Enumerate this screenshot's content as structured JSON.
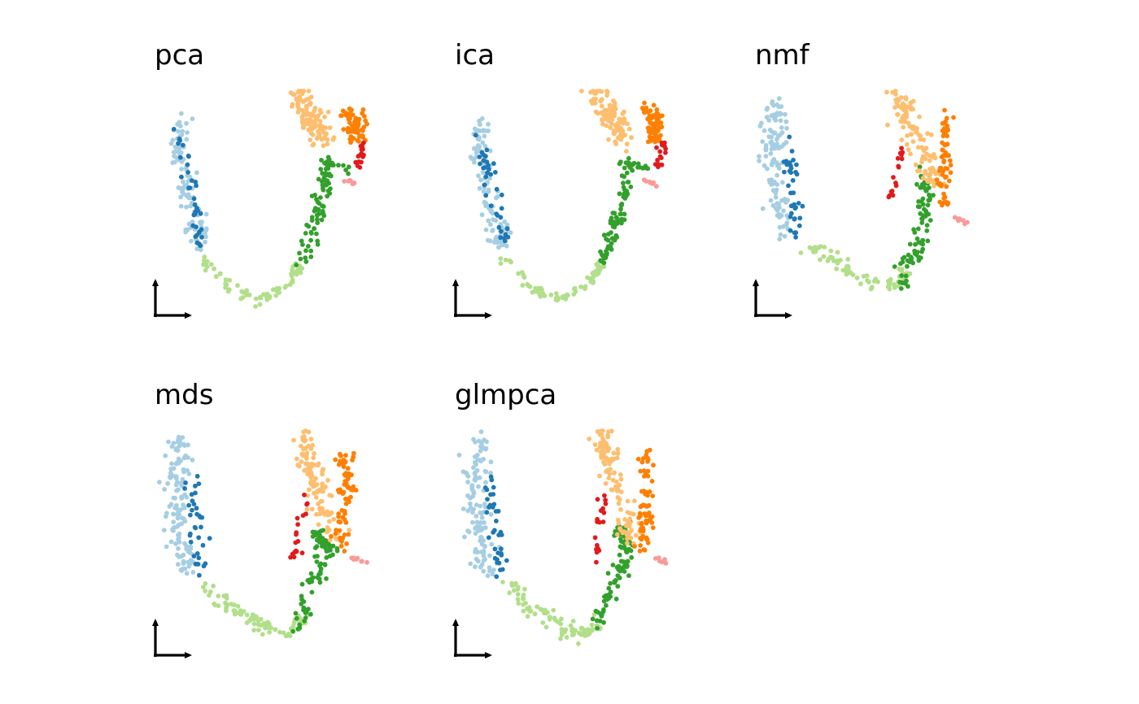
{
  "chart_data": {
    "type": "scatter",
    "grid": false,
    "legend": "none",
    "colors": {
      "light_blue": "#a6cee3",
      "dark_blue": "#1f78b4",
      "light_green": "#b2df8a",
      "dark_green": "#33a02c",
      "pink": "#fb9a99",
      "red": "#e31a1c",
      "light_orange": "#fdbf6f",
      "orange": "#ff7f00"
    },
    "panels": [
      {
        "title": "pca",
        "segments": [
          {
            "color": "light_blue",
            "n": 110,
            "path": [
              [
                0.1,
                0.14
              ],
              [
                0.08,
                0.26
              ],
              [
                0.13,
                0.44
              ],
              [
                0.16,
                0.6
              ],
              [
                0.19,
                0.72
              ]
            ],
            "spread": 0.04
          },
          {
            "color": "dark_blue",
            "n": 35,
            "path": [
              [
                0.09,
                0.22
              ],
              [
                0.15,
                0.45
              ],
              [
                0.19,
                0.7
              ]
            ],
            "spread": 0.03
          },
          {
            "color": "light_green",
            "n": 70,
            "path": [
              [
                0.19,
                0.77
              ],
              [
                0.32,
                0.91
              ],
              [
                0.45,
                0.97
              ],
              [
                0.58,
                0.9
              ],
              [
                0.64,
                0.8
              ]
            ],
            "spread": 0.02
          },
          {
            "color": "dark_green",
            "n": 80,
            "path": [
              [
                0.64,
                0.8
              ],
              [
                0.7,
                0.62
              ],
              [
                0.74,
                0.45
              ],
              [
                0.76,
                0.33
              ]
            ],
            "spread": 0.025
          },
          {
            "color": "dark_green",
            "n": 14,
            "path": [
              [
                0.74,
                0.33
              ],
              [
                0.85,
                0.36
              ]
            ],
            "spread": 0.015
          },
          {
            "color": "light_orange",
            "n": 110,
            "path": [
              [
                0.62,
                0.0
              ],
              [
                0.66,
                0.08
              ],
              [
                0.7,
                0.16
              ],
              [
                0.73,
                0.22
              ]
            ],
            "spread": 0.045
          },
          {
            "color": "orange",
            "n": 70,
            "path": [
              [
                0.85,
                0.09
              ],
              [
                0.88,
                0.14
              ],
              [
                0.87,
                0.22
              ]
            ],
            "spread": 0.035
          },
          {
            "color": "red",
            "n": 16,
            "path": [
              [
                0.91,
                0.24
              ],
              [
                0.89,
                0.37
              ]
            ],
            "spread": 0.015
          },
          {
            "color": "pink",
            "n": 8,
            "path": [
              [
                0.83,
                0.41
              ],
              [
                0.89,
                0.44
              ]
            ],
            "spread": 0.01
          }
        ]
      },
      {
        "title": "ica",
        "segments": [
          {
            "color": "light_blue",
            "n": 110,
            "path": [
              [
                0.1,
                0.14
              ],
              [
                0.08,
                0.26
              ],
              [
                0.13,
                0.44
              ],
              [
                0.16,
                0.6
              ],
              [
                0.19,
                0.72
              ]
            ],
            "spread": 0.04
          },
          {
            "color": "dark_blue",
            "n": 35,
            "path": [
              [
                0.09,
                0.22
              ],
              [
                0.15,
                0.45
              ],
              [
                0.19,
                0.7
              ]
            ],
            "spread": 0.03
          },
          {
            "color": "light_green",
            "n": 70,
            "path": [
              [
                0.19,
                0.77
              ],
              [
                0.32,
                0.91
              ],
              [
                0.45,
                0.97
              ],
              [
                0.58,
                0.9
              ],
              [
                0.64,
                0.8
              ]
            ],
            "spread": 0.02
          },
          {
            "color": "dark_green",
            "n": 80,
            "path": [
              [
                0.64,
                0.8
              ],
              [
                0.7,
                0.62
              ],
              [
                0.74,
                0.45
              ],
              [
                0.76,
                0.33
              ]
            ],
            "spread": 0.025
          },
          {
            "color": "dark_green",
            "n": 14,
            "path": [
              [
                0.74,
                0.33
              ],
              [
                0.85,
                0.36
              ]
            ],
            "spread": 0.015
          },
          {
            "color": "light_orange",
            "n": 110,
            "path": [
              [
                0.62,
                0.0
              ],
              [
                0.66,
                0.08
              ],
              [
                0.7,
                0.16
              ],
              [
                0.73,
                0.22
              ]
            ],
            "spread": 0.045
          },
          {
            "color": "orange",
            "n": 70,
            "path": [
              [
                0.85,
                0.09
              ],
              [
                0.88,
                0.14
              ],
              [
                0.87,
                0.22
              ]
            ],
            "spread": 0.035
          },
          {
            "color": "red",
            "n": 16,
            "path": [
              [
                0.91,
                0.24
              ],
              [
                0.89,
                0.37
              ]
            ],
            "spread": 0.015
          },
          {
            "color": "pink",
            "n": 8,
            "path": [
              [
                0.83,
                0.41
              ],
              [
                0.89,
                0.44
              ]
            ],
            "spread": 0.01
          }
        ]
      },
      {
        "title": "nmf",
        "segments": [
          {
            "color": "light_blue",
            "n": 120,
            "path": [
              [
                0.08,
                0.05
              ],
              [
                0.06,
                0.25
              ],
              [
                0.08,
                0.48
              ],
              [
                0.11,
                0.65
              ]
            ],
            "spread": 0.045
          },
          {
            "color": "dark_blue",
            "n": 35,
            "path": [
              [
                0.12,
                0.2
              ],
              [
                0.15,
                0.45
              ],
              [
                0.17,
                0.68
              ]
            ],
            "spread": 0.03
          },
          {
            "color": "light_green",
            "n": 80,
            "path": [
              [
                0.23,
                0.72
              ],
              [
                0.35,
                0.8
              ],
              [
                0.48,
                0.87
              ],
              [
                0.58,
                0.9
              ],
              [
                0.66,
                0.84
              ]
            ],
            "spread": 0.03
          },
          {
            "color": "dark_green",
            "n": 85,
            "path": [
              [
                0.62,
                0.9
              ],
              [
                0.72,
                0.7
              ],
              [
                0.76,
                0.5
              ],
              [
                0.72,
                0.4
              ]
            ],
            "spread": 0.035
          },
          {
            "color": "light_orange",
            "n": 110,
            "path": [
              [
                0.62,
                0.0
              ],
              [
                0.67,
                0.15
              ],
              [
                0.73,
                0.3
              ],
              [
                0.8,
                0.45
              ]
            ],
            "spread": 0.04
          },
          {
            "color": "orange",
            "n": 65,
            "path": [
              [
                0.83,
                0.1
              ],
              [
                0.84,
                0.25
              ],
              [
                0.83,
                0.4
              ],
              [
                0.82,
                0.55
              ]
            ],
            "spread": 0.025
          },
          {
            "color": "red",
            "n": 16,
            "path": [
              [
                0.65,
                0.25
              ],
              [
                0.62,
                0.35
              ],
              [
                0.59,
                0.5
              ]
            ],
            "spread": 0.015
          },
          {
            "color": "pink",
            "n": 8,
            "path": [
              [
                0.87,
                0.59
              ],
              [
                0.93,
                0.61
              ]
            ],
            "spread": 0.01
          }
        ]
      },
      {
        "title": "mds",
        "segments": [
          {
            "color": "light_blue",
            "n": 120,
            "path": [
              [
                0.1,
                0.04
              ],
              [
                0.07,
                0.25
              ],
              [
                0.09,
                0.48
              ],
              [
                0.13,
                0.65
              ]
            ],
            "spread": 0.045
          },
          {
            "color": "dark_blue",
            "n": 35,
            "path": [
              [
                0.14,
                0.2
              ],
              [
                0.16,
                0.45
              ],
              [
                0.18,
                0.68
              ]
            ],
            "spread": 0.03
          },
          {
            "color": "light_green",
            "n": 85,
            "path": [
              [
                0.22,
                0.7
              ],
              [
                0.32,
                0.82
              ],
              [
                0.45,
                0.9
              ],
              [
                0.56,
                0.95
              ],
              [
                0.64,
                0.88
              ]
            ],
            "spread": 0.03
          },
          {
            "color": "dark_green",
            "n": 85,
            "path": [
              [
                0.62,
                0.9
              ],
              [
                0.7,
                0.7
              ],
              [
                0.76,
                0.55
              ],
              [
                0.7,
                0.45
              ]
            ],
            "spread": 0.035
          },
          {
            "color": "light_orange",
            "n": 110,
            "path": [
              [
                0.63,
                0.0
              ],
              [
                0.67,
                0.15
              ],
              [
                0.72,
                0.3
              ],
              [
                0.78,
                0.5
              ]
            ],
            "spread": 0.04
          },
          {
            "color": "orange",
            "n": 70,
            "path": [
              [
                0.83,
                0.1
              ],
              [
                0.84,
                0.25
              ],
              [
                0.83,
                0.4
              ],
              [
                0.82,
                0.55
              ]
            ],
            "spread": 0.03
          },
          {
            "color": "red",
            "n": 18,
            "path": [
              [
                0.66,
                0.3
              ],
              [
                0.62,
                0.45
              ],
              [
                0.61,
                0.6
              ]
            ],
            "spread": 0.02
          },
          {
            "color": "pink",
            "n": 8,
            "path": [
              [
                0.87,
                0.59
              ],
              [
                0.93,
                0.61
              ]
            ],
            "spread": 0.01
          }
        ]
      },
      {
        "title": "glmpca",
        "segments": [
          {
            "color": "light_blue",
            "n": 120,
            "path": [
              [
                0.1,
                0.04
              ],
              [
                0.07,
                0.25
              ],
              [
                0.09,
                0.48
              ],
              [
                0.13,
                0.65
              ]
            ],
            "spread": 0.045
          },
          {
            "color": "dark_blue",
            "n": 35,
            "path": [
              [
                0.14,
                0.2
              ],
              [
                0.16,
                0.45
              ],
              [
                0.18,
                0.68
              ]
            ],
            "spread": 0.03
          },
          {
            "color": "light_green",
            "n": 85,
            "path": [
              [
                0.22,
                0.7
              ],
              [
                0.32,
                0.82
              ],
              [
                0.45,
                0.9
              ],
              [
                0.56,
                0.95
              ],
              [
                0.64,
                0.88
              ]
            ],
            "spread": 0.03
          },
          {
            "color": "dark_green",
            "n": 85,
            "path": [
              [
                0.62,
                0.9
              ],
              [
                0.7,
                0.7
              ],
              [
                0.76,
                0.55
              ],
              [
                0.7,
                0.45
              ]
            ],
            "spread": 0.035
          },
          {
            "color": "light_orange",
            "n": 110,
            "path": [
              [
                0.63,
                0.0
              ],
              [
                0.67,
                0.15
              ],
              [
                0.72,
                0.3
              ],
              [
                0.78,
                0.5
              ]
            ],
            "spread": 0.04
          },
          {
            "color": "orange",
            "n": 70,
            "path": [
              [
                0.83,
                0.1
              ],
              [
                0.84,
                0.25
              ],
              [
                0.83,
                0.4
              ],
              [
                0.82,
                0.55
              ]
            ],
            "spread": 0.03
          },
          {
            "color": "red",
            "n": 18,
            "path": [
              [
                0.66,
                0.3
              ],
              [
                0.62,
                0.45
              ],
              [
                0.61,
                0.6
              ]
            ],
            "spread": 0.02
          },
          {
            "color": "pink",
            "n": 8,
            "path": [
              [
                0.87,
                0.59
              ],
              [
                0.93,
                0.61
              ]
            ],
            "spread": 0.01
          }
        ]
      }
    ]
  }
}
